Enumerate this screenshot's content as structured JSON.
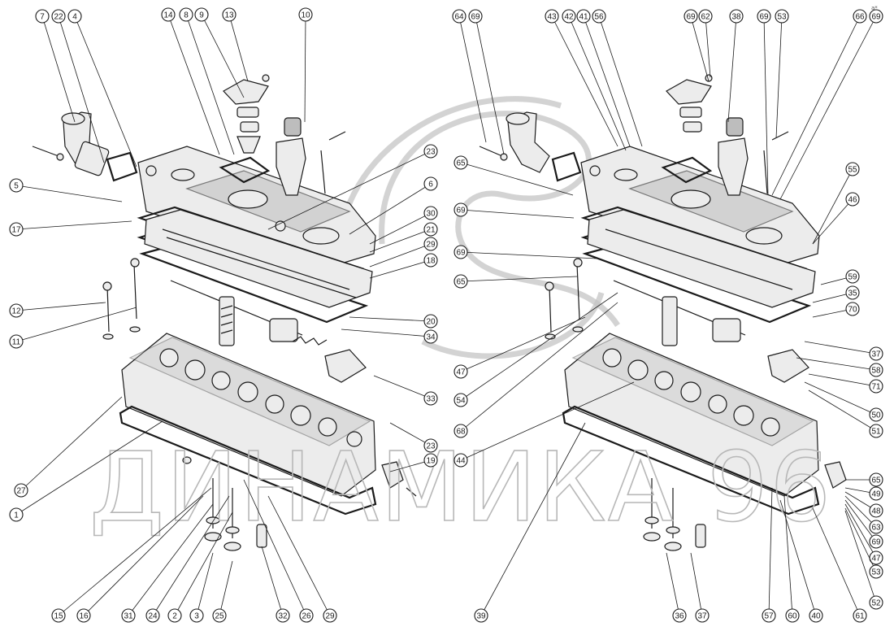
{
  "watermark": {
    "text": "ДИНАМИКА 96"
  },
  "corner_mark": "а*",
  "colors": {
    "ink": "#1a1a1a",
    "paper": "#ffffff",
    "watermark": "#b8b8b8"
  },
  "callouts": {
    "left_assembly": [
      "7",
      "22",
      "4",
      "14",
      "8",
      "9",
      "13",
      "10",
      "5",
      "17",
      "23",
      "6",
      "30",
      "21",
      "29",
      "18",
      "12",
      "11",
      "20",
      "34",
      "33",
      "23",
      "19",
      "27",
      "1",
      "15",
      "16",
      "31",
      "24",
      "2",
      "3",
      "25",
      "32",
      "26",
      "29"
    ],
    "right_assembly": [
      "64",
      "69",
      "43",
      "42",
      "41",
      "56",
      "69",
      "62",
      "38",
      "69",
      "53",
      "66",
      "69",
      "65",
      "55",
      "69",
      "46",
      "69",
      "65",
      "59",
      "35",
      "70",
      "47",
      "37",
      "58",
      "71",
      "54",
      "50",
      "51",
      "68",
      "44",
      "65",
      "49",
      "48",
      "63",
      "69",
      "47",
      "53",
      "52",
      "39",
      "36",
      "37",
      "57",
      "60",
      "40",
      "61"
    ]
  }
}
